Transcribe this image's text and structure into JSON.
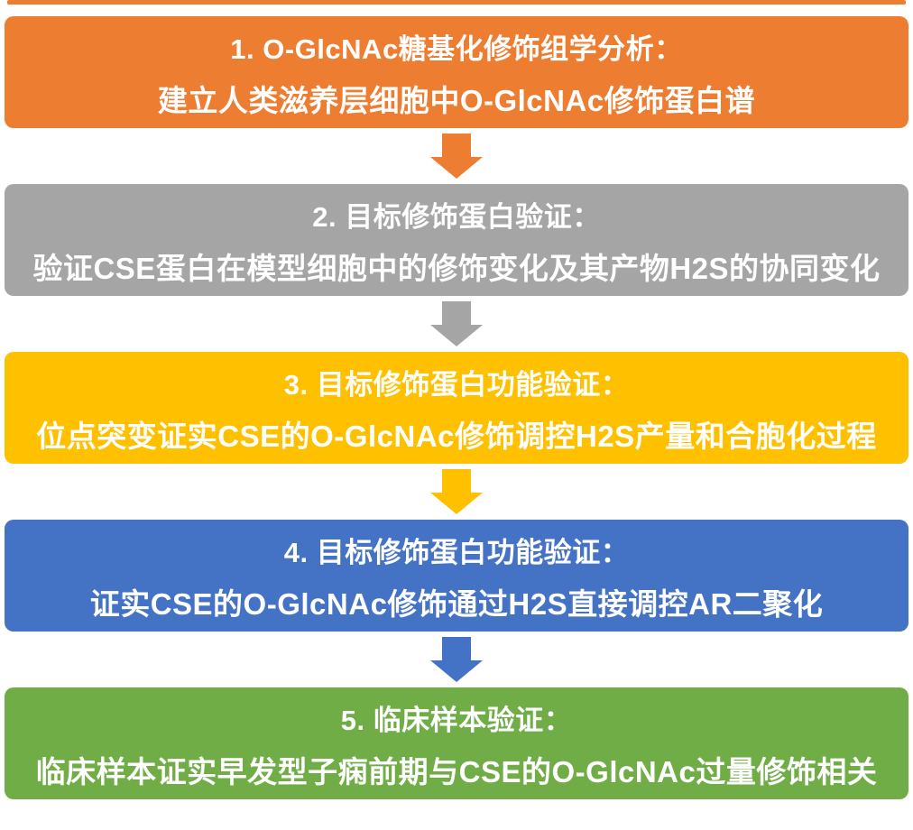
{
  "flow": {
    "top_strip_color": "#ED7D31",
    "text_color": "#FFFFFF",
    "steps": [
      {
        "title": "1. O-GlcNAc糖基化修饰组学分析：",
        "description": "建立人类滋养层细胞中O-GlcNAc修饰蛋白谱",
        "color": "#ED7D31"
      },
      {
        "title": "2. 目标修饰蛋白验证：",
        "description": "验证CSE蛋白在模型细胞中的修饰变化及其产物H2S的协同变化",
        "color": "#A5A5A5"
      },
      {
        "title": "3. 目标修饰蛋白功能验证：",
        "description": "位点突变证实CSE的O-GlcNAc修饰调控H2S产量和合胞化过程",
        "color": "#FFC000"
      },
      {
        "title": "4. 目标修饰蛋白功能验证：",
        "description": "证实CSE的O-GlcNAc修饰通过H2S直接调控AR二聚化",
        "color": "#4472C4"
      },
      {
        "title": "5. 临床样本验证：",
        "description": "临床样本证实早发型子痫前期与CSE的O-GlcNAc过量修饰相关",
        "color": "#70AD47"
      }
    ],
    "arrow_colors": [
      "#ED7D31",
      "#A5A5A5",
      "#FFC000",
      "#4472C4"
    ]
  }
}
